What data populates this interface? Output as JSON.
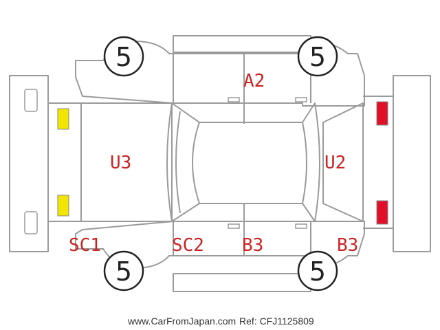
{
  "diagram": {
    "wheel_ratings": {
      "front_left": "5",
      "front_right": "5",
      "rear_left": "5",
      "rear_right": "5"
    },
    "damage_codes": {
      "roof": "A2",
      "front_panel": "U3",
      "rear_panel": "U2",
      "front_corner_left": "SC1",
      "front_door_left": "SC2",
      "rear_door_left": "B3",
      "rear_corner_left": "B3"
    },
    "markers": {
      "front": "#f2e600",
      "rear": "#e0102a"
    },
    "footer": {
      "site": "www.CarFromJapan.com",
      "ref": "Ref: CFJ1125809"
    }
  }
}
